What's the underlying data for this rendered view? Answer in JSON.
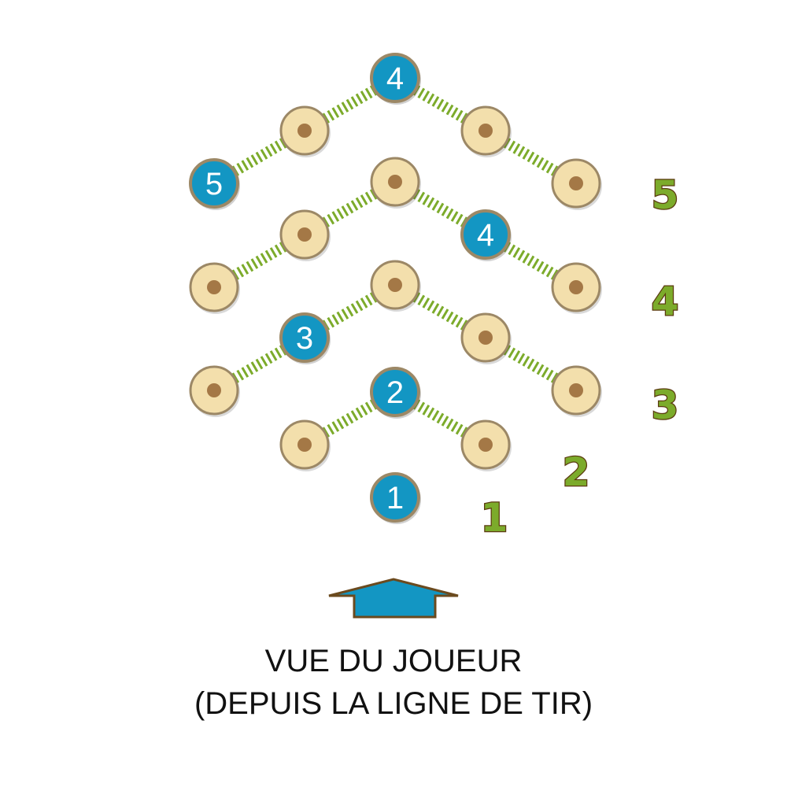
{
  "diagram": {
    "rows": [
      {
        "label": "1",
        "pins": [
          {
            "number": "1"
          }
        ]
      },
      {
        "label": "2",
        "pins": [
          {},
          {
            "number": "2"
          },
          {}
        ]
      },
      {
        "label": "3",
        "pins": [
          {},
          {
            "number": "3"
          },
          {},
          {},
          {}
        ]
      },
      {
        "label": "4",
        "pins": [
          {},
          {},
          {},
          {
            "number": "4"
          },
          {}
        ]
      },
      {
        "label": "5",
        "pins": [
          {
            "number": "5"
          },
          {},
          {
            "number": "4"
          },
          {},
          {}
        ]
      }
    ],
    "colors": {
      "pin_wood": "#f3dfac",
      "pin_rim": "#9c8866",
      "pin_center": "#a47846",
      "target_pin": "#1396c3",
      "connector": "#7cab2b",
      "row_label_fill": "#7cab2b",
      "row_label_outline": "#5b3a10",
      "arrow_fill": "#1396c3",
      "arrow_outline": "#6b4a1e"
    }
  },
  "caption": {
    "line1": "VUE DU JOUEUR",
    "line2": "(DEPUIS LA LIGNE DE TIR)"
  }
}
